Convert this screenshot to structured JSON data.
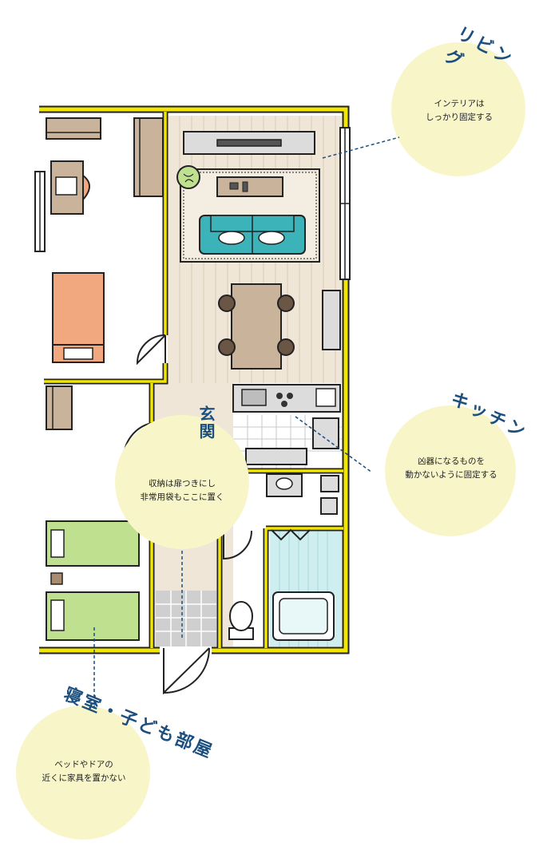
{
  "colors": {
    "wall": "#222222",
    "wall_accent": "#f2e600",
    "wood_floor": "#efe6d8",
    "bubble": "#f8f6c9",
    "heading": "#1c4f7e",
    "sofa": "#3cb3b8",
    "bed_orange": "#f2a87e",
    "bed_green": "#bfe08f",
    "furniture_brown": "#c9b39a"
  },
  "rooms": {
    "living": {
      "title": "リビング",
      "tip_line1": "インテリアは",
      "tip_line2": "しっかり固定する"
    },
    "kitchen": {
      "title": "キッチン",
      "tip_line1": "凶器になるものを",
      "tip_line2": "動かないように固定する"
    },
    "entrance": {
      "title": "玄関",
      "tip_line1": "収納は扉つきにし",
      "tip_line2": "非常用袋もここに置く"
    },
    "bedroom": {
      "title": "寝室・子ども部屋",
      "tip_line1": "ベッドやドアの",
      "tip_line2": "近くに家具を置かない"
    }
  }
}
